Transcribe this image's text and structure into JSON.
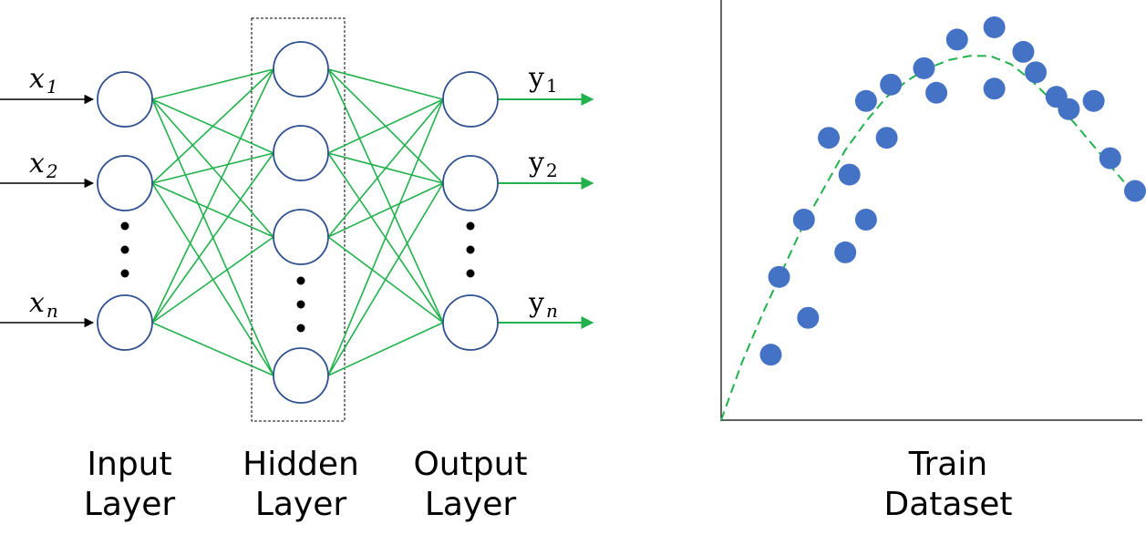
{
  "network": {
    "inputs": [
      {
        "var": "x",
        "sub": "1"
      },
      {
        "var": "x",
        "sub": "2"
      },
      {
        "var": "x",
        "sub": "n"
      }
    ],
    "outputs": [
      {
        "var": "y",
        "sub": "1"
      },
      {
        "var": "y",
        "sub": "2"
      },
      {
        "var": "y",
        "sub": "n"
      }
    ],
    "captions": {
      "input": [
        "Input",
        "Layer"
      ],
      "hidden": [
        "Hidden",
        "Layer"
      ],
      "output": [
        "Output",
        "Layer"
      ]
    },
    "colors": {
      "node_stroke": "#2f4f8f",
      "connection": "#22b14c",
      "input_arrow": "#000000",
      "output_arrow": "#22b14c"
    }
  },
  "chart_data": {
    "type": "scatter",
    "caption": [
      "Train",
      "Dataset"
    ],
    "points": [
      [
        0.12,
        0.16
      ],
      [
        0.21,
        0.25
      ],
      [
        0.14,
        0.35
      ],
      [
        0.2,
        0.49
      ],
      [
        0.3,
        0.41
      ],
      [
        0.35,
        0.49
      ],
      [
        0.31,
        0.6
      ],
      [
        0.26,
        0.69
      ],
      [
        0.35,
        0.78
      ],
      [
        0.4,
        0.69
      ],
      [
        0.41,
        0.82
      ],
      [
        0.49,
        0.86
      ],
      [
        0.52,
        0.8
      ],
      [
        0.57,
        0.93
      ],
      [
        0.66,
        0.96
      ],
      [
        0.66,
        0.81
      ],
      [
        0.73,
        0.9
      ],
      [
        0.76,
        0.85
      ],
      [
        0.81,
        0.79
      ],
      [
        0.84,
        0.76
      ],
      [
        0.9,
        0.78
      ],
      [
        0.94,
        0.64
      ],
      [
        1.0,
        0.56
      ]
    ],
    "fit_curve": [
      [
        0.0,
        0.0
      ],
      [
        0.05,
        0.14
      ],
      [
        0.1,
        0.26
      ],
      [
        0.15,
        0.37
      ],
      [
        0.2,
        0.48
      ],
      [
        0.25,
        0.57
      ],
      [
        0.3,
        0.66
      ],
      [
        0.35,
        0.73
      ],
      [
        0.4,
        0.79
      ],
      [
        0.45,
        0.83
      ],
      [
        0.5,
        0.86
      ],
      [
        0.55,
        0.88
      ],
      [
        0.6,
        0.89
      ],
      [
        0.65,
        0.89
      ],
      [
        0.7,
        0.87
      ],
      [
        0.75,
        0.83
      ],
      [
        0.8,
        0.78
      ],
      [
        0.85,
        0.73
      ],
      [
        0.9,
        0.67
      ],
      [
        0.95,
        0.61
      ],
      [
        1.0,
        0.55
      ]
    ],
    "xlim": [
      0,
      1
    ],
    "ylim": [
      0,
      1
    ],
    "grid": false,
    "point_color": "#4472c4",
    "curve_color": "#22b14c"
  }
}
